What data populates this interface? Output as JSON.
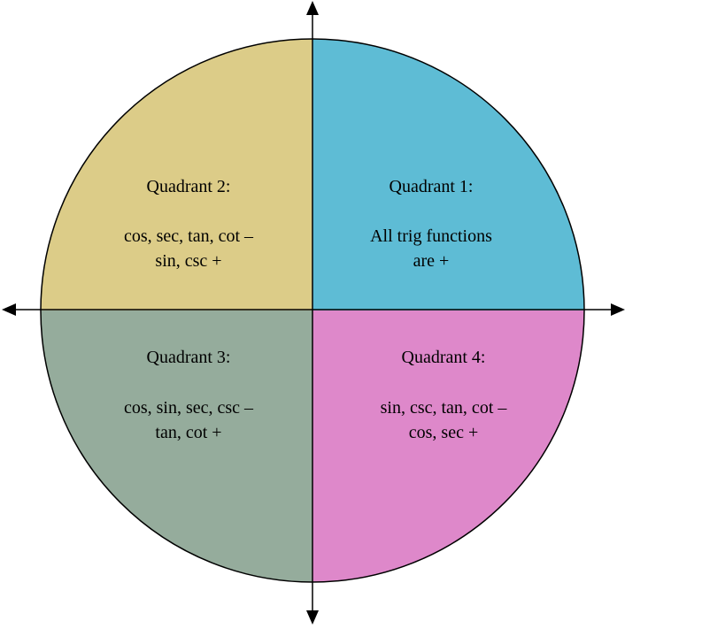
{
  "colors": {
    "quadrant_1": "#5ebcd5",
    "quadrant_2": "#dccc88",
    "quadrant_3": "#95ac9c",
    "quadrant_4": "#de88ca",
    "outline": "#000000"
  },
  "quadrants": [
    {
      "title": "Quadrant 1:",
      "line1": "All trig functions",
      "line2": "are +"
    },
    {
      "title": "Quadrant 2:",
      "line1": "cos, sec, tan, cot –",
      "line2": "sin, csc +"
    },
    {
      "title": "Quadrant 3:",
      "line1": "cos, sin, sec, csc –",
      "line2": "tan, cot +"
    },
    {
      "title": "Quadrant 4:",
      "line1": "sin, csc, tan, cot –",
      "line2": "cos, sec +"
    }
  ]
}
